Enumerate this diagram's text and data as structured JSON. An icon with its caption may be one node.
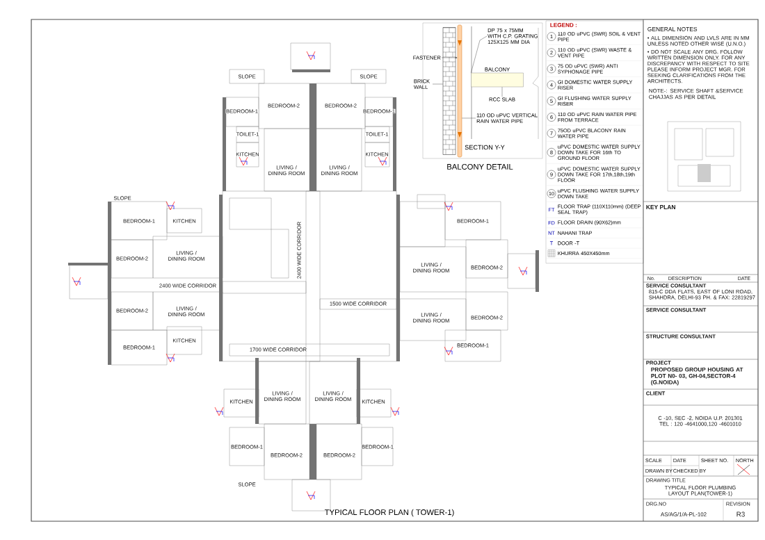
{
  "diagram": {
    "title": "TYPICAL FLOOR PLAN ( TOWER-1)",
    "nodes": [
      {
        "text": [
          "FASTENER"
        ]
      },
      {
        "text": [
          "BRICK WALL"
        ]
      },
      {
        "text": [
          "DP 75 x 75MM WITH C.P. GRATING 125X125 MM DIA"
        ]
      },
      {
        "text": [
          "RCC SLAB"
        ]
      },
      {
        "text": [
          "110 OD uPVC VERTICAL RAIN WATER PIPE"
        ]
      },
      {
        "text": [],
        "shape": "bar"
      },
      {
        "text": [],
        "shape": "box"
      },
      {
        "text": [],
        "shape": "box",
        "beside": [
          "BALCONY"
        ]
      }
    ],
    "edges": [
      {
        "from": 0,
        "to": 5,
        "arrow": "to"
      },
      {
        "from": 1,
        "to": 6,
        "arrow": "none"
      },
      {
        "from": 2,
        "to": 7,
        "arrow": "none"
      },
      {
        "from": 3,
        "to": 7,
        "arrow": "none"
      },
      {
        "from": 4,
        "to": 5,
        "arrow": "none"
      }
    ],
    "labels": [
      "LEGEND :",
      "1",
      "2",
      "3",
      "4",
      "5",
      "6",
      "7",
      "8",
      "9",
      "10",
      "FT",
      "FD",
      "NT",
      "T",
      "SECTION Y-Y",
      "BALCONY DETAIL",
      "GENERAL NOTES",
      "• ALL DIMENSION AND LVLS ARE IN MM UNLESS NOTED OTHER WISE (U.N.O.)",
      "• DO NOT SCALE ANY DRG. FOLLOW WRITTEN DIMENSION ONLY. FOR ANY DISCREPANCY WITH RESPECT TO SITE PLEASE INFORM PROJECT MGR. FOR SEEKING CLARIFICATIONS FROM THE ARCHITECTS.",
      "NOTE-: SERVICE SHAFT &SERVICE CHAJJAS AS PER DETAIL",
      "KEY PLAN",
      "No.",
      "DESCRIPTION",
      "DATE",
      "SERVICE CONSULTANT",
      "815-C DDA FLATS, EAST OF LONI ROAD, SHAHDRA, DELHI-93 PH. & FAX: 22819297",
      "SERVICE CONSULTANT",
      "STRUCTURE CONSULTANT",
      "PROJECT",
      "PROPOSED GROUP HOUSING AT PLOT N0- 03, GH-04,SECTOR-4 (G.NOIDA)",
      "CLIENT",
      "C -10, SEC -2, NOIDA U.P. 201301 TEL : 120 -4641000,120 -4601010",
      "SCALE",
      "DATE",
      "SHEET NO.",
      "NORTH",
      "DRAWN BY",
      "CHECKED BY",
      "DRAWING TITLE",
      "TYPICAL FLOOR PLUMBING LAYOUT PLAN(TOWER-1)",
      "DRG.NO",
      "REVISION",
      "AS/AG/1/A-PL-102",
      "R3",
      "SLOPE",
      "SLOPE",
      "BEDROOM-1",
      "BEDROOM-2",
      "BEDROOM-2",
      "BEDROOM-1",
      "TOILET-1",
      "TOILET-1",
      "KITCHEN",
      "KITCHEN",
      "LIVING / DINING ROOM",
      "LIVING / DINING ROOM",
      "SLOPE",
      "BEDROOM-1",
      "KITCHEN",
      "BEDROOM-2",
      "LIVING / DINING ROOM",
      "2400 WIDE CORRIDOR",
      "BEDROOM-2",
      "LIVING / DINING ROOM",
      "BEDROOM-1",
      "KITCHEN",
      "2400 WIDE CORRIDOR",
      "BEDROOM-1",
      "LIVING / DINING ROOM",
      "BEDROOM-2",
      "1500 WIDE CORRIDOR",
      "LIVING / DINING ROOM",
      "BEDROOM-2",
      "BEDROOM-1",
      "1700 WIDE CORRIDOR",
      "KITCHEN",
      "LIVING / DINING ROOM",
      "LIVING / DINING ROOM",
      "KITCHEN",
      "BEDROOM-1",
      "BEDROOM-2",
      "BEDROOM-2",
      "BEDROOM-1",
      "SLOPE"
    ],
    "legend": [
      {
        "text": "110 OD uPVC (SWR) SOIL & VENT PIPE"
      },
      {
        "text": "110 OD uPVC (SWR) WASTE & VENT PIPE"
      },
      {
        "text": "75 OD uPVC (SWR) ANTI SYPHONAGE PIPE"
      },
      {
        "text": "GI DOMESTIC WATER SUPPLY RISER"
      },
      {
        "text": "GI FLUSHING WATER SUPPLY RISER"
      },
      {
        "text": "110 OD uPVC RAIN WATER PIPE FROM TERRACE"
      },
      {
        "text": "75OD uPVC BLACONY RAIN WATER PIPE"
      },
      {
        "text": "uPVC DOMESTIC WATER SUPPLY DOWN TAKE FOR 16th TO GROUND FLOOR"
      },
      {
        "text": "uPVC DOMESTIC WATER SUPPLY DOWN TAKE FOR 17th,18th,19th FLOOR"
      },
      {
        "text": "uPVC FLUSHING WATER SUPPLY DOWN TAKE"
      },
      {
        "text": "FLOOR TRAP (110X110mm) (DEEP SEAL TRAP)"
      },
      {
        "text": "FLOOR DRAIN (90X62)mm"
      },
      {
        "text": "NAHANI TRAP"
      },
      {
        "text": "DOOR -T"
      },
      {
        "text": "KHURRA 450X450mm"
      }
    ]
  }
}
